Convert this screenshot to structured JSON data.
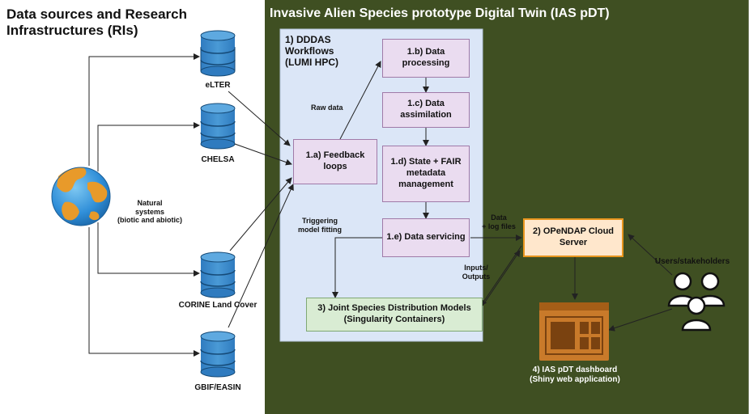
{
  "left_panel": {
    "title": "Data sources and Research\nInfrastructures (RIs)",
    "natural_systems_label": "Natural\nsystems\n(biotic and abiotic)",
    "sources": [
      {
        "name": "eLTER"
      },
      {
        "name": "CHELSA"
      },
      {
        "name": "CORINE Land Cover"
      },
      {
        "name": "GBIF/EASIN"
      }
    ]
  },
  "twin_panel": {
    "title": "Invasive Alien Species prototype Digital Twin (IAS pDT)",
    "background_color": "#3f4f22",
    "workflows": {
      "title": "1) DDDAS\nWorkflows\n(LUMI HPC)",
      "background_color": "#dbe6f7"
    },
    "boxes": {
      "feedback": "1.a) Feedback loops",
      "processing": "1.b) Data processing",
      "assimilation": "1.c) Data assimilation",
      "state": "1.d) State + FAIR\nmetadata\nmanagement",
      "servicing": "1.e) Data servicing",
      "jsdm": "3) Joint Species Distribution Models\n(Singularity Containers)",
      "opendap": "2) OPeNDAP Cloud\nServer"
    },
    "labels": {
      "raw_data": "Raw data",
      "triggering": "Triggering\nmodel fitting",
      "data_log": "Data\n+ log files",
      "inputs_outputs": "Inputs/\nOutputs"
    },
    "dashboard": {
      "label": "4) IAS pDT dashboard\n(Shiny web application)",
      "icon": "dashboard-icon",
      "color": "#c97a2a"
    }
  },
  "users": {
    "label": "Users/stakeholders",
    "icon": "users-group-icon"
  },
  "colors": {
    "database": "#3a87c8",
    "arrow": "#222222",
    "arrow_light": "#ffffff"
  }
}
